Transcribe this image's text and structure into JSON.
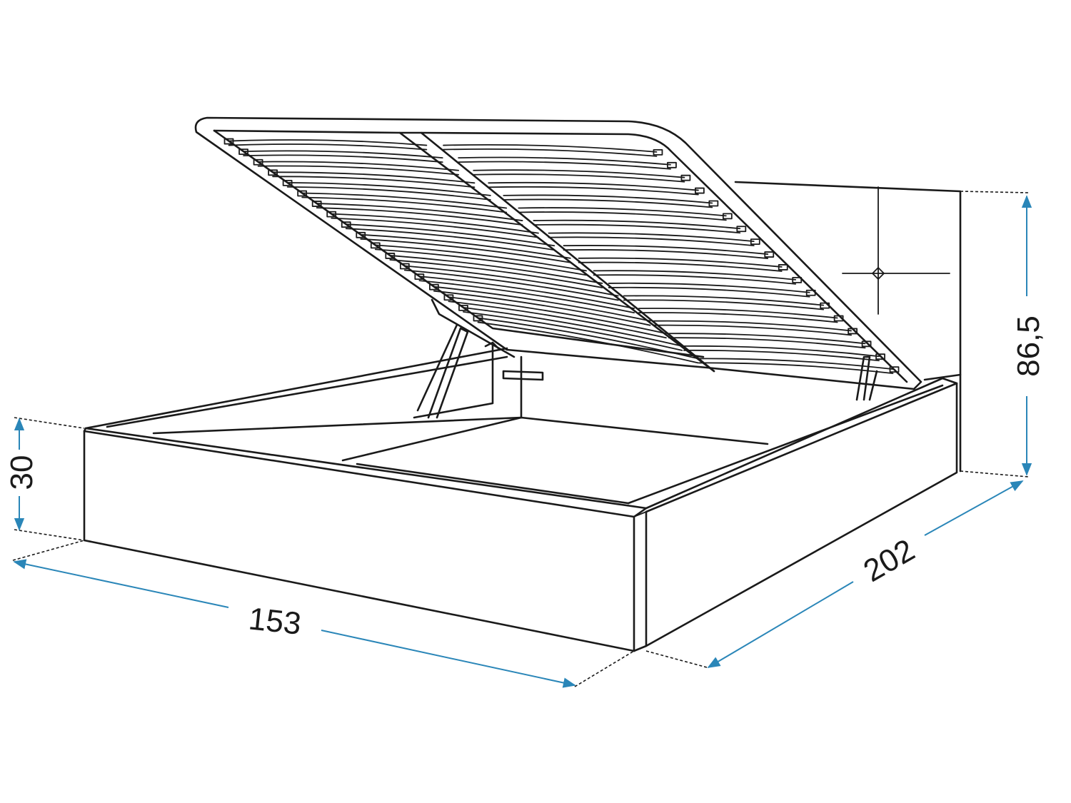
{
  "dimensions": {
    "width": {
      "value": "153"
    },
    "length": {
      "value": "202"
    },
    "base_height": {
      "value": "30"
    },
    "total_height": {
      "value": "86,5"
    }
  },
  "colors": {
    "dimension_line": "#2a86b8",
    "outline": "#1a1a1a",
    "background": "#ffffff"
  }
}
